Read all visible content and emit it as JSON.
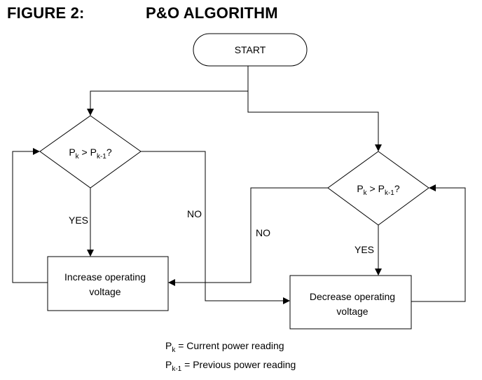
{
  "figure": {
    "label": "FIGURE 2:",
    "title": "P&O ALGORITHM"
  },
  "nodes": {
    "start": "START",
    "decision_left": {
      "p": "P",
      "k": "k",
      "gt": " > P",
      "km1": "k-1",
      "q": "?"
    },
    "decision_right": {
      "p": "P",
      "k": "k",
      "gt": " > P",
      "km1": "k-1",
      "q": "?"
    },
    "increase": [
      "Increase operating",
      "voltage"
    ],
    "decrease": [
      "Decrease operating",
      "voltage"
    ]
  },
  "edges": {
    "left_yes": "YES",
    "left_no": "NO",
    "right_no": "NO",
    "right_yes": "YES"
  },
  "legend": [
    {
      "sym": "P",
      "sub": "k",
      "text": " = Current power reading"
    },
    {
      "sym": "P",
      "sub": "k-1",
      "text": " = Previous power reading"
    }
  ]
}
